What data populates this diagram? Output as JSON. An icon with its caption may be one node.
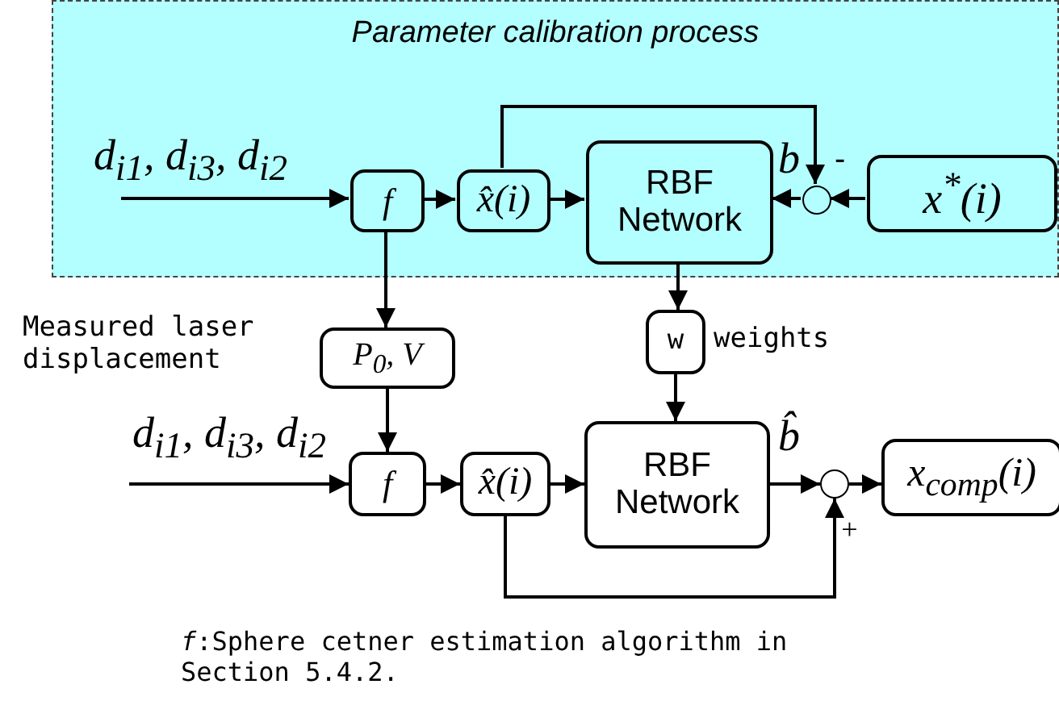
{
  "diagram": {
    "caption": "*f*:Sphere cetner estimation algorithm in Section 5.4.2.",
    "nodes": [
      {
        "text": [
          "Parameter calibration process"
        ]
      },
      {
        "text": [
          "f"
        ],
        "in": 0
      },
      {
        "text": [
          "x̂(i)"
        ],
        "in": 0
      },
      {
        "text": [
          "RBF Network"
        ],
        "in": 0
      },
      {
        "text": [],
        "shape": "circle",
        "in": 0
      },
      {
        "text": [
          "x$^{*}$(i)"
        ],
        "in": 0
      },
      {
        "text": [
          "P$_{0}$, V"
        ]
      },
      {
        "text": [
          "w"
        ],
        "beside": [
          "weights"
        ]
      },
      {
        "text": [
          "f"
        ]
      },
      {
        "text": [
          "x̂(i)"
        ]
      },
      {
        "text": [
          "RBF Network"
        ]
      },
      {
        "text": [],
        "shape": "circle"
      },
      {
        "text": [
          "x$_{comp}$(i)"
        ]
      }
    ],
    "edges": [
      {
        "from": null,
        "to": 1,
        "arrow": "to",
        "label": "d$_{i1}$, d$_{i3}$, d$_{i2}$"
      },
      {
        "from": 1,
        "to": 2,
        "arrow": "to"
      },
      {
        "from": 2,
        "to": 3,
        "arrow": "to"
      },
      {
        "from": 2,
        "to": 4,
        "arrow": "to"
      },
      {
        "from": 5,
        "to": 4,
        "arrow": "to"
      },
      {
        "from": 4,
        "to": 3,
        "arrow": "to",
        "label": "b"
      },
      {
        "from": 1,
        "to": 6,
        "arrow": "to"
      },
      {
        "from": 3,
        "to": 7,
        "arrow": "to"
      },
      {
        "from": 6,
        "to": 8,
        "arrow": "to"
      },
      {
        "from": 7,
        "to": 10,
        "arrow": "to"
      },
      {
        "from": null,
        "to": 8,
        "arrow": "to",
        "label": "d$_{i1}$, d$_{i3}$, d$_{i2}$"
      },
      {
        "from": 8,
        "to": 9,
        "arrow": "to"
      },
      {
        "from": 9,
        "to": 10,
        "arrow": "to"
      },
      {
        "from": 10,
        "to": 11,
        "arrow": "to",
        "label": "b̂"
      },
      {
        "from": 9,
        "to": 11,
        "arrow": "to"
      },
      {
        "from": 11,
        "to": 12,
        "arrow": "to"
      }
    ],
    "labels": [
      "-",
      "Measured laser displacement",
      "+"
    ]
  }
}
